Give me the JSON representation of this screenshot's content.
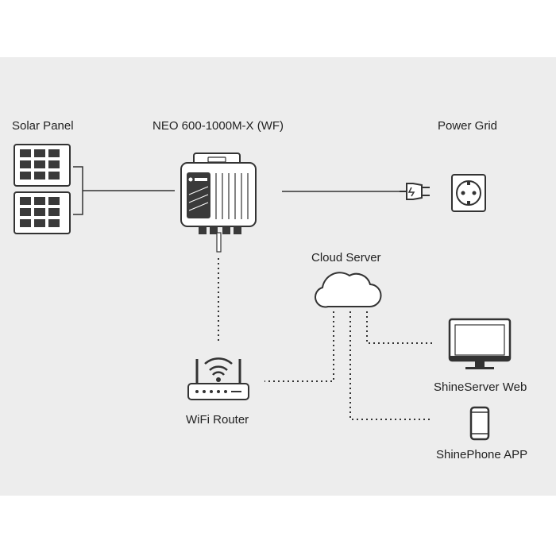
{
  "labels": {
    "solar_panel": "Solar Panel",
    "inverter": "NEO 600-1000M-X (WF)",
    "power_grid": "Power Grid",
    "cloud_server": "Cloud Server",
    "wifi_router": "WiFi Router",
    "web": "ShineServer Web",
    "app": "ShinePhone APP"
  },
  "icons": [
    "solar-panel-icon",
    "inverter-icon",
    "power-plug-icon",
    "power-socket-icon",
    "cloud-icon",
    "wifi-router-icon",
    "monitor-icon",
    "smartphone-icon"
  ],
  "colors": {
    "background": "#ededed",
    "stroke": "#333333",
    "panel_fill": "#3a3a3a"
  }
}
